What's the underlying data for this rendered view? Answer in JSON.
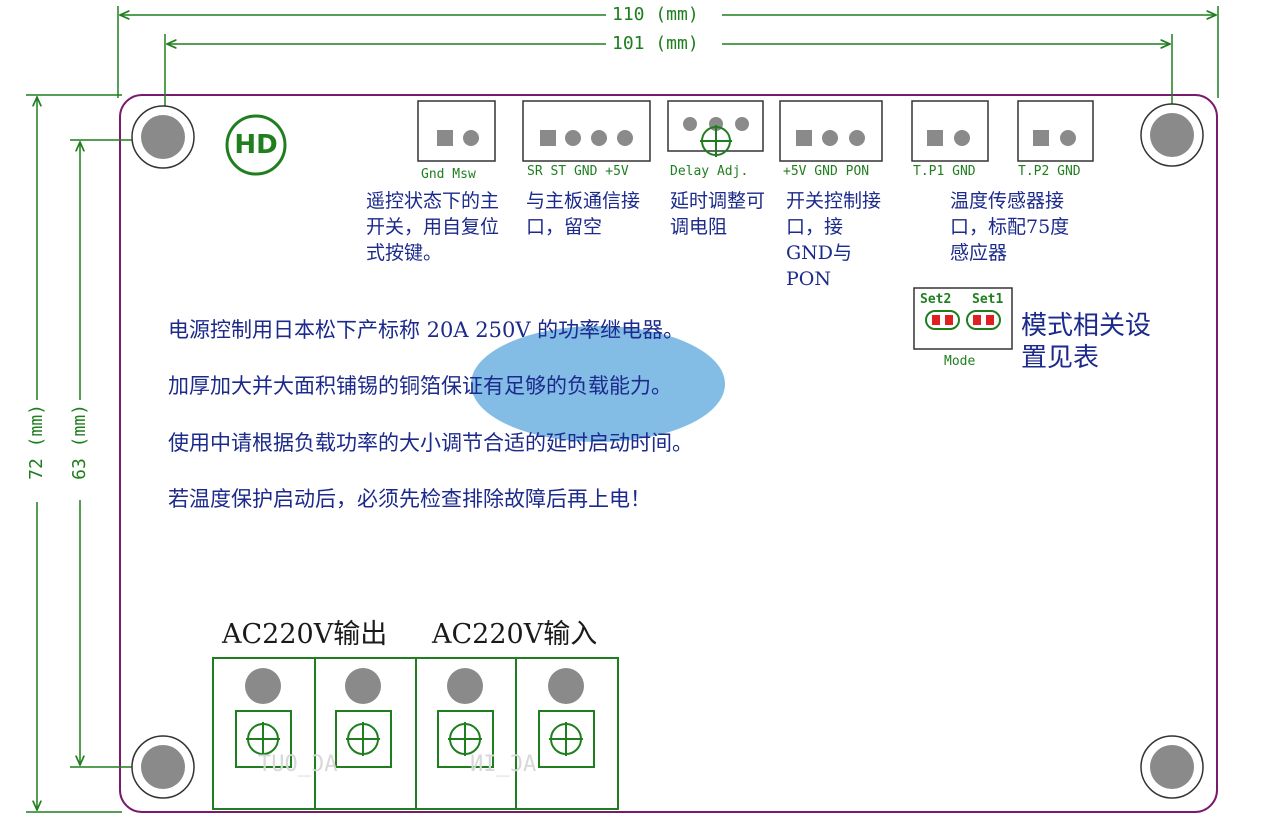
{
  "dimensions": {
    "width_total": "110 (mm)",
    "width_holes": "101 (mm)",
    "height_total": "72 (mm)",
    "height_holes": "63 (mm)"
  },
  "logo": "HD",
  "connectors": [
    {
      "id": "msw",
      "pin_label": "Gnd Msw",
      "description": "遥控状态下的主开关，用自复位式按键。"
    },
    {
      "id": "comm",
      "pin_label": "SR ST GND +5V",
      "description": "与主板通信接口，留空"
    },
    {
      "id": "delay",
      "pin_label": "Delay Adj.",
      "description": "延时调整可调电阻"
    },
    {
      "id": "switch",
      "pin_label": "+5V GND PON",
      "description": "开关控制接口，接GND与PON"
    },
    {
      "id": "tp1",
      "pin_label": "T.P1 GND",
      "description": "温度传感器接口，标配75度感应器"
    },
    {
      "id": "tp2",
      "pin_label": "T.P2 GND",
      "description": ""
    }
  ],
  "mode": {
    "set2": "Set2",
    "set1": "Set1",
    "label": "Mode",
    "description": "模式相关设置见表"
  },
  "notes": [
    "电源控制用日本松下产标称 20A 250V 的功率继电器。",
    "加厚加大并大面积铺锡的铜箔保证有足够的负载能力。",
    "使用中请根据负载功率的大小调节合适的延时启动时间。",
    "若温度保护启动后，必须先检查排除故障后再上电！"
  ],
  "terminals": {
    "output_title": "AC220V输出",
    "input_title": "AC220V输入",
    "output_silk": "AC_OUT",
    "input_silk": "AC_IN"
  },
  "colors": {
    "board_outline": "#7a1a6e",
    "dimension_lines": "#1f7f1f",
    "silkscreen_text": "#1c2a8c",
    "hole_fill": "#8a8a8a",
    "jumper_fill": "#e02020"
  }
}
